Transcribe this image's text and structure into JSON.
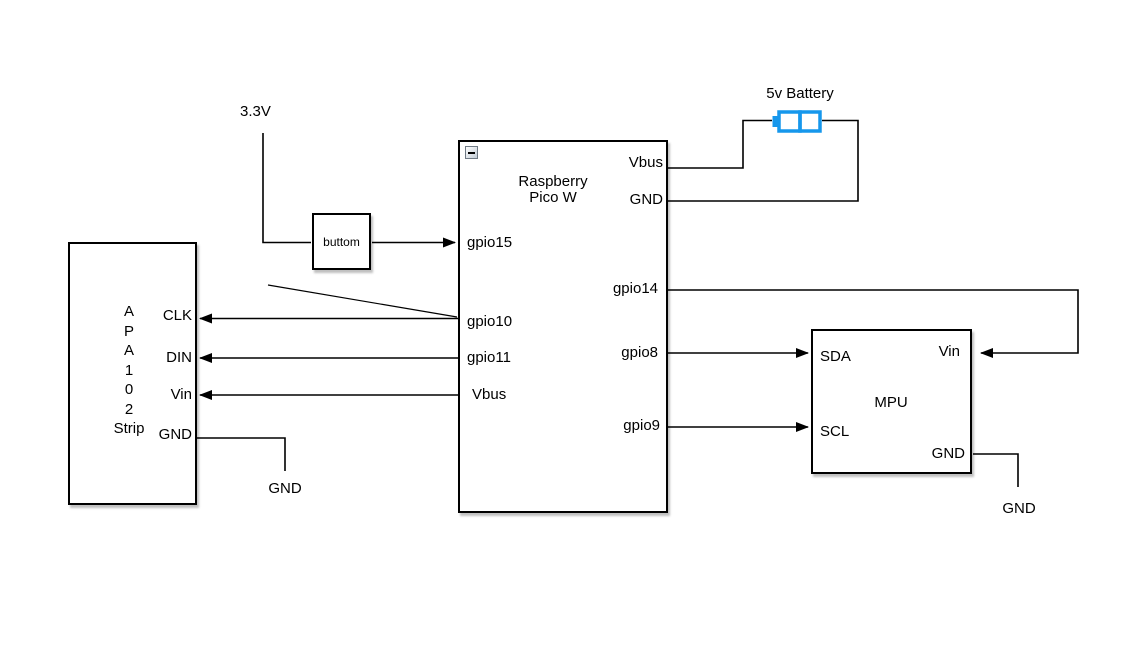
{
  "labels": {
    "supply": "3.3V",
    "battery": "5v Battery",
    "apa_ground": "GND",
    "mpu_ground": "GND"
  },
  "button_block": {
    "label": "buttom"
  },
  "pico": {
    "title": [
      "Raspberry",
      "Pico W"
    ],
    "left_pins": [
      "gpio15",
      "gpio10",
      "gpio11",
      "Vbus"
    ],
    "right_pins": [
      "Vbus",
      "GND",
      "gpio14",
      "gpio8",
      "gpio9"
    ]
  },
  "apa102": {
    "name_lines": [
      "A",
      "P",
      "A",
      "1",
      "0",
      "2",
      "Strip"
    ],
    "pins": [
      "CLK",
      "DIN",
      "Vin",
      "GND"
    ]
  },
  "mpu": {
    "title": "MPU",
    "left_pins": [
      "SDA",
      "SCL"
    ],
    "right_pins": [
      "Vin",
      "GND"
    ]
  },
  "colors": {
    "wire": "#000000",
    "battery": "#1697ec",
    "box_fill": "#ffffff",
    "box_border": "#000000"
  }
}
